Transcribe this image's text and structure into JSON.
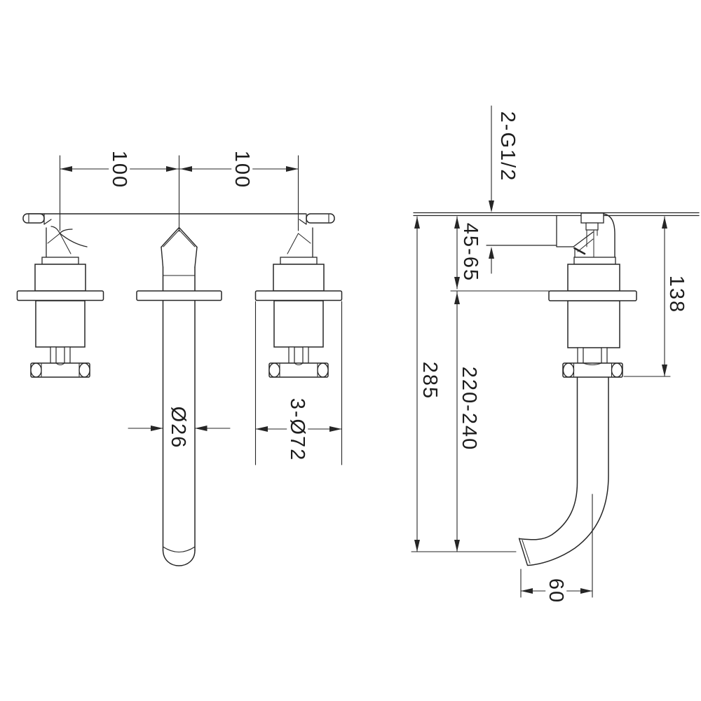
{
  "front_view": {
    "labels": {
      "spacing_left": "100",
      "spacing_right": "100",
      "spout_diameter": "Ø26",
      "escutcheon_diameter": "3-Ø72"
    }
  },
  "side_view": {
    "labels": {
      "inlet_thread": "2-G1/2",
      "in_wall_depth": "45-65",
      "overall_projection": "285",
      "spout_projection": "220-240",
      "body_height": "138",
      "outlet_offset": "60"
    }
  },
  "colors": {
    "line": "#262626",
    "text": "#1d1d1d",
    "background": "#ffffff"
  }
}
